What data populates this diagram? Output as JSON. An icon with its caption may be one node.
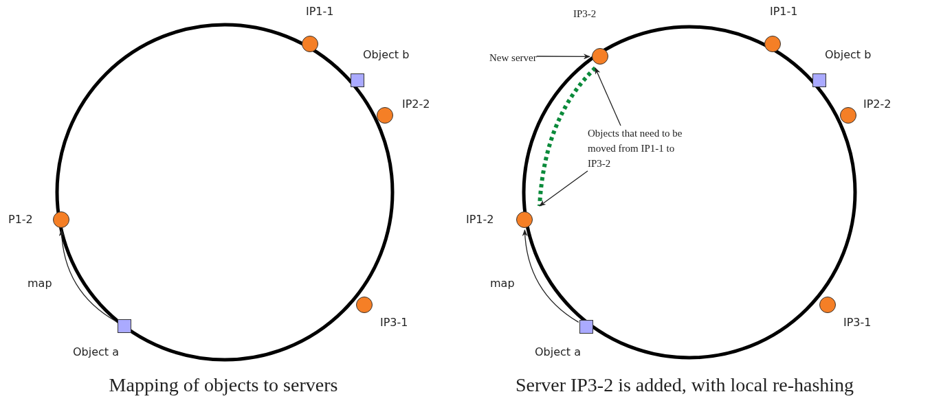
{
  "diagram": {
    "nodes": [
      {
        "text": [],
        "shape": "circle",
        "beside": [
          "IP1-1"
        ]
      },
      {
        "text": [],
        "shape": "box",
        "beside": [
          "Object b"
        ]
      },
      {
        "text": [],
        "shape": "circle",
        "beside": [
          "IP2-2"
        ]
      },
      {
        "text": [],
        "shape": "circle",
        "beside": [
          "P1-2"
        ]
      },
      {
        "text": [],
        "shape": "circle",
        "beside": [
          "IP3-1"
        ]
      },
      {
        "text": [],
        "shape": "box",
        "beside": [
          "Object a"
        ]
      },
      {
        "text": [],
        "shape": "circle",
        "beside": [
          "IP3-2"
        ]
      },
      {
        "text": [
          "New server"
        ]
      },
      {
        "text": [],
        "shape": "circle",
        "beside": [
          "IP1-1"
        ]
      },
      {
        "text": [],
        "shape": "box",
        "beside": [
          "Object b"
        ]
      },
      {
        "text": [],
        "shape": "circle",
        "beside": [
          "IP2-2"
        ]
      },
      {
        "text": [
          "Objects that need to be moved from IP1-1 to IP3-2"
        ]
      },
      {
        "text": [],
        "shape": "arc"
      },
      {
        "text": [],
        "shape": "circle",
        "beside": [
          "IP1-2"
        ]
      },
      {
        "text": [],
        "shape": "circle",
        "beside": [
          "IP3-1"
        ]
      },
      {
        "text": [],
        "shape": "box",
        "beside": [
          "Object a"
        ]
      }
    ],
    "edges": [
      {
        "from": 5,
        "to": 3,
        "arrow": "to",
        "label": "map"
      },
      {
        "from": 7,
        "to": 6,
        "arrow": "to"
      },
      {
        "from": 11,
        "to": 12,
        "arrow": "to"
      },
      {
        "from": 11,
        "to": 12,
        "arrow": "to"
      },
      {
        "from": 15,
        "to": 13,
        "arrow": "to",
        "label": "map"
      }
    ],
    "labels": [
      "Mapping of objects to servers",
      "Server IP3-2 is added, with local re-hashing"
    ]
  }
}
